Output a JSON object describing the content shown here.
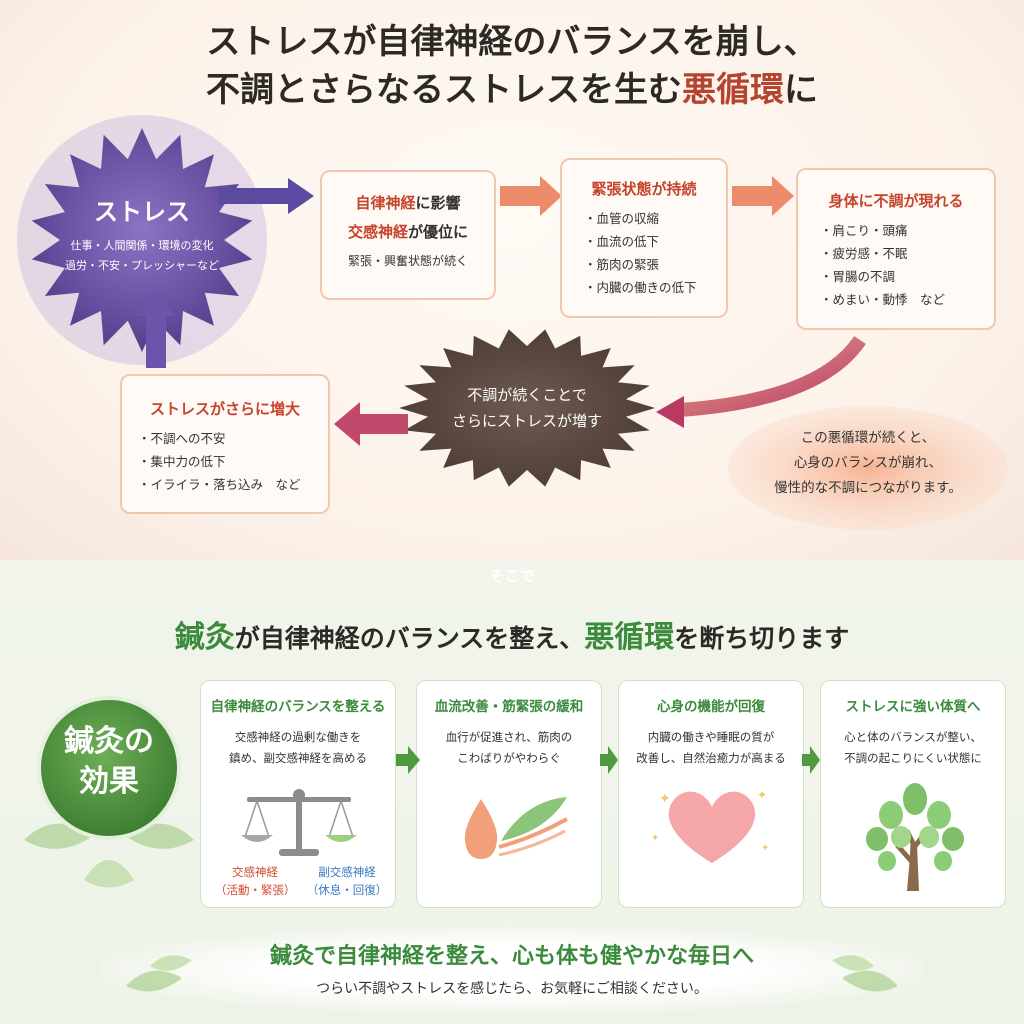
{
  "header": {
    "line1": "ストレスが自律神経のバランスを崩し、",
    "line2_prefix": "不調とさらなるストレスを生む",
    "line2_highlight": "悪循環",
    "line2_suffix": "に"
  },
  "stress_burst": {
    "title": "ストレス",
    "line1": "仕事・人間関係・環境の変化",
    "line2": "過労・不安・プレッシャーなど"
  },
  "box_autonomic": {
    "title1_hl": "自律神経",
    "title1_rest": "に影響",
    "title2_hl": "交感神経",
    "title2_rest": "が優位に",
    "note": "緊張・興奮状態が続く"
  },
  "box_tension": {
    "title": "緊張状態が持続",
    "items": [
      "・血管の収縮",
      "・血流の低下",
      "・筋肉の緊張",
      "・内臓の働きの低下"
    ]
  },
  "box_symptoms": {
    "title": "身体に不調が現れる",
    "items": [
      "・肩こり・頭痛",
      "・疲労感・不眠",
      "・胃腸の不調",
      "・めまい・動悸　など"
    ]
  },
  "dark_burst": {
    "line1": "不調が続くことで",
    "line2": "さらにストレスが増す"
  },
  "box_increase": {
    "title": "ストレスがさらに増大",
    "items": [
      "・不調への不安",
      "・集中力の低下",
      "・イライラ・落ち込み　など"
    ]
  },
  "warning_bubble": {
    "line1": "この悪循環が続くと、",
    "line2": "心身のバランスが崩れ、",
    "line3": "慢性的な不調につながります。"
  },
  "transition_label": "そこで",
  "subtitle": {
    "part1": "鍼灸",
    "part2": "が自律神経のバランスを整え、",
    "part3": "悪循環",
    "part4": "を断ち切ります"
  },
  "effect_badge": {
    "line1": "鍼灸の",
    "line2": "効果"
  },
  "effects": [
    {
      "title": "自律神経のバランスを整える",
      "text": "交感神経の過剰な働きを\n鎮め、副交感神経を高める"
    },
    {
      "title": "血流改善・筋緊張の緩和",
      "text": "血行が促進され、筋肉の\nこわばりがやわらぐ"
    },
    {
      "title": "心身の機能が回復",
      "text": "内臓の働きや睡眠の質が\n改善し、自然治癒力が高まる"
    },
    {
      "title": "ストレスに強い体質へ",
      "text": "心と体のバランスが整い、\n不調の起こりにくい状態に"
    }
  ],
  "balance_labels": {
    "sympathetic": "交感神経",
    "sympathetic_sub": "（活動・緊張）",
    "parasympathetic": "副交感神経",
    "parasympathetic_sub": "（休息・回復）"
  },
  "footer": {
    "headline": "鍼灸で自律神経を整え、心も体も健やかな毎日へ",
    "subline": "つらい不調やストレスを感じたら、お気軽にご相談ください。"
  },
  "colors": {
    "accent_red": "#c5442b",
    "accent_green": "#3b8b3d",
    "stress_purple": "#6a52a3",
    "dark_brown": "#5a4840"
  }
}
